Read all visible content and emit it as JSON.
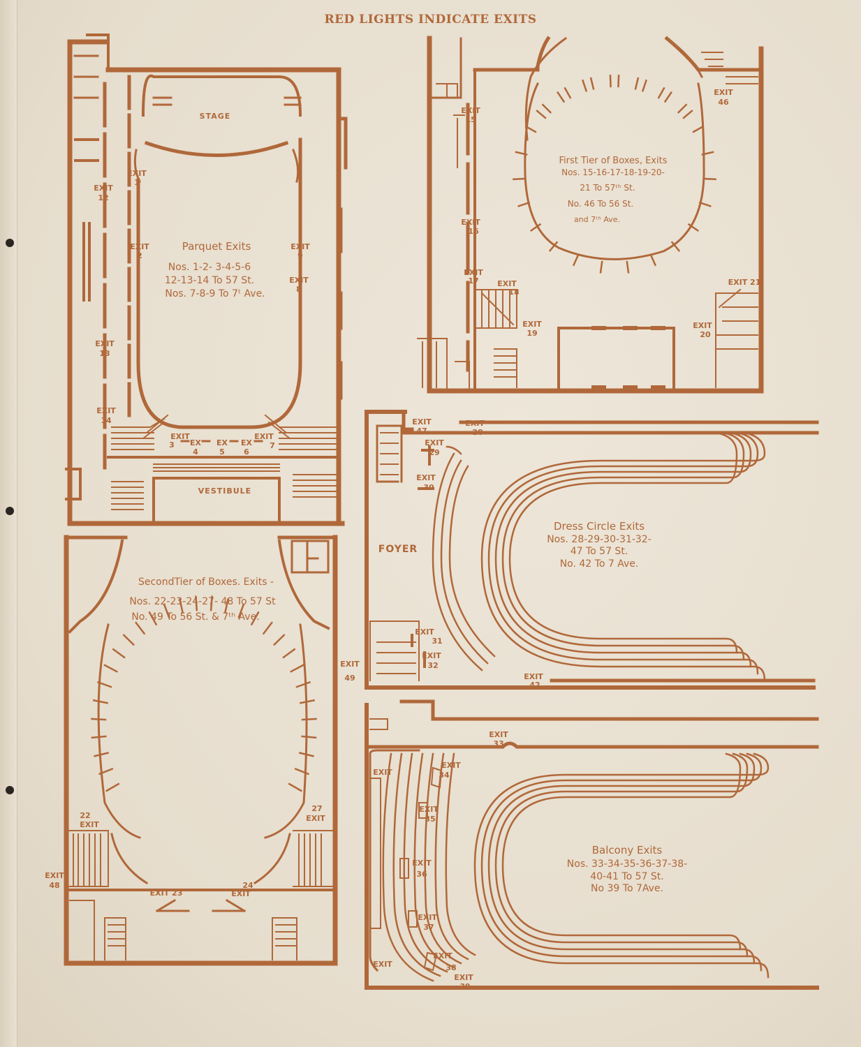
{
  "page_title": "RED LIGHTS INDICATE EXITS",
  "parquet": {
    "stage": "STAGE",
    "vestibule": "VESTIBULE",
    "caption": [
      "Parquet Exits",
      "Nos. 1-2- 3-4-5-6",
      "12-13-14 To 57 St.",
      "Nos. 7-8-9 To 7ᵗ Ave."
    ]
  },
  "first_tier": {
    "caption": [
      "First Tier of Boxes, Exits",
      "Nos. 15-16-17-18-19-20-",
      "21 To 57ᵗʰ St.",
      "No. 46 To 56 St.",
      "and 7ᵗʰ Ave."
    ]
  },
  "dress_circle": {
    "foyer": "FOYER",
    "caption": [
      "Dress Circle Exits",
      "Nos. 28-29-30-31-32-",
      "47 To 57 St.",
      "No. 42 To 7 Ave."
    ]
  },
  "second_tier": {
    "caption": [
      "SecondTier of Boxes. Exits -",
      "Nos. 22-23-24-27- 48 To 57 St",
      "No. 49 To 56 St. & 7ᵗʰ Ave."
    ]
  },
  "balcony": {
    "caption": [
      "Balcony Exits",
      "Nos. 33-34-35-36-37-38-",
      "40-41 To 57 St.",
      "No 39 To 7Ave."
    ]
  },
  "exits": {
    "e1": [
      "EXIT",
      "1"
    ],
    "e2": [
      "EXIT",
      "2"
    ],
    "e3": [
      "EXIT",
      "3"
    ],
    "e4": [
      "EX",
      "4"
    ],
    "e5": [
      "EX",
      "5"
    ],
    "e6": [
      "EX",
      "6"
    ],
    "e7": [
      "EXIT",
      "7"
    ],
    "e8": [
      "EXIT",
      "8"
    ],
    "e9": [
      "EXIT",
      "9"
    ],
    "e12": [
      "EXIT",
      "12"
    ],
    "e13": [
      "EXIT",
      "13"
    ],
    "e14": [
      "EXIT",
      "14"
    ],
    "e15": [
      "EXIT",
      "15"
    ],
    "e16": [
      "EXIT",
      "16"
    ],
    "e17": [
      "EXIT",
      "17"
    ],
    "e18": [
      "EXIT",
      "18"
    ],
    "e19": [
      "EXIT",
      "19"
    ],
    "e20": [
      "EXIT",
      "20"
    ],
    "e21": [
      "EXIT 21"
    ],
    "e46": [
      "EXIT",
      "46"
    ],
    "e47": [
      "EXIT",
      "47"
    ],
    "e28": [
      "EXIT",
      "28"
    ],
    "e29": [
      "EXIT",
      "29"
    ],
    "e30": [
      "EXIT",
      "30"
    ],
    "e31": [
      "EXIT",
      "31"
    ],
    "e32": [
      "EXIT",
      "32"
    ],
    "e42": [
      "EXIT",
      "42"
    ],
    "e49": [
      "EXIT",
      "49"
    ],
    "e22": [
      "22",
      "EXIT"
    ],
    "e27": [
      "27",
      "EXIT"
    ],
    "e48": [
      "EXIT",
      "48"
    ],
    "e23": [
      "EXIT 23"
    ],
    "e24": [
      "24",
      "EXIT"
    ],
    "e33": [
      "EXIT",
      "33"
    ],
    "e34": [
      "EXIT",
      "34"
    ],
    "e35": [
      "EXIT",
      "35"
    ],
    "e36": [
      "EXIT",
      "36"
    ],
    "e37": [
      "EXIT",
      "37"
    ],
    "e38": [
      "EXIT",
      "38"
    ],
    "e39": [
      "EXIT",
      "39"
    ],
    "eA": [
      "EXIT"
    ],
    "eB": [
      "EXIT"
    ]
  },
  "colors": {
    "ink": "#b0683a",
    "paper": "#e9e1d3"
  }
}
